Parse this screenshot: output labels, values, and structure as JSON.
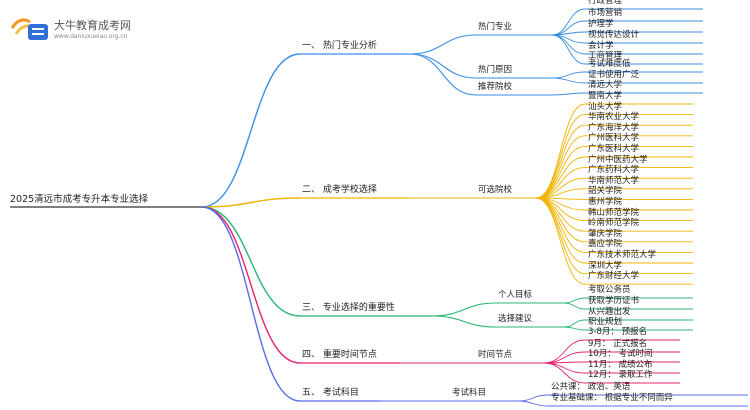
{
  "logo": {
    "name": "大牛教育成考网",
    "url": "www.daniuxueiao.org.cn"
  },
  "root": "2025清远市成考专升本专业选择",
  "colors": [
    "#3a8ee6",
    "#f0b400",
    "#2bb673",
    "#e6246e",
    "#5b6be8"
  ],
  "sections": [
    {
      "label": "一、  热门专业分析",
      "groups": [
        {
          "label": "热门专业",
          "leaves": [
            "行政管理",
            "市场营销",
            "护理学",
            "视觉传达设计",
            "会计学",
            "工商管理"
          ]
        },
        {
          "label": "热门原因",
          "leaves": [
            "考试难度低",
            "证书使用广泛"
          ]
        },
        {
          "label": "推荐院校",
          "leaves": [
            "清远大学"
          ]
        }
      ]
    },
    {
      "label": "二、  成考学校选择",
      "groups": [
        {
          "label": "可选院校",
          "leaves": [
            "暨南大学",
            "汕头大学",
            "华南农业大学",
            "广东海洋大学",
            "广州医科大学",
            "广东医科大学",
            "广州中医药大学",
            "广东药科大学",
            "华南师范大学",
            "韶关学院",
            "惠州学院",
            "韩山师范学院",
            "岭南师范学院",
            "肇庆学院",
            "嘉应学院",
            "广东技术师范大学",
            "深圳大学",
            "广东财经大学"
          ]
        }
      ]
    },
    {
      "label": "三、  专业选择的重要性",
      "groups": [
        {
          "label": "个人目标",
          "leaves": [
            "考取公务员",
            "获取学历证书"
          ]
        },
        {
          "label": "选择建议",
          "leaves": [
            "从兴趣出发",
            "职业规划"
          ]
        }
      ]
    },
    {
      "label": "四、  重要时间节点",
      "groups": [
        {
          "label": "时间节点",
          "leaves": [
            "3-8月：  预报名",
            "9月：  正式报名",
            "10月：  考试时间",
            "11月：  成绩公布",
            "12月：  录取工作"
          ]
        }
      ]
    },
    {
      "label": "五、  考试科目",
      "groups": [
        {
          "label": "考试科目",
          "leaves": [
            "公共课：  政治、英语",
            "专业基础课：  根据专业不同而异"
          ]
        }
      ]
    }
  ]
}
